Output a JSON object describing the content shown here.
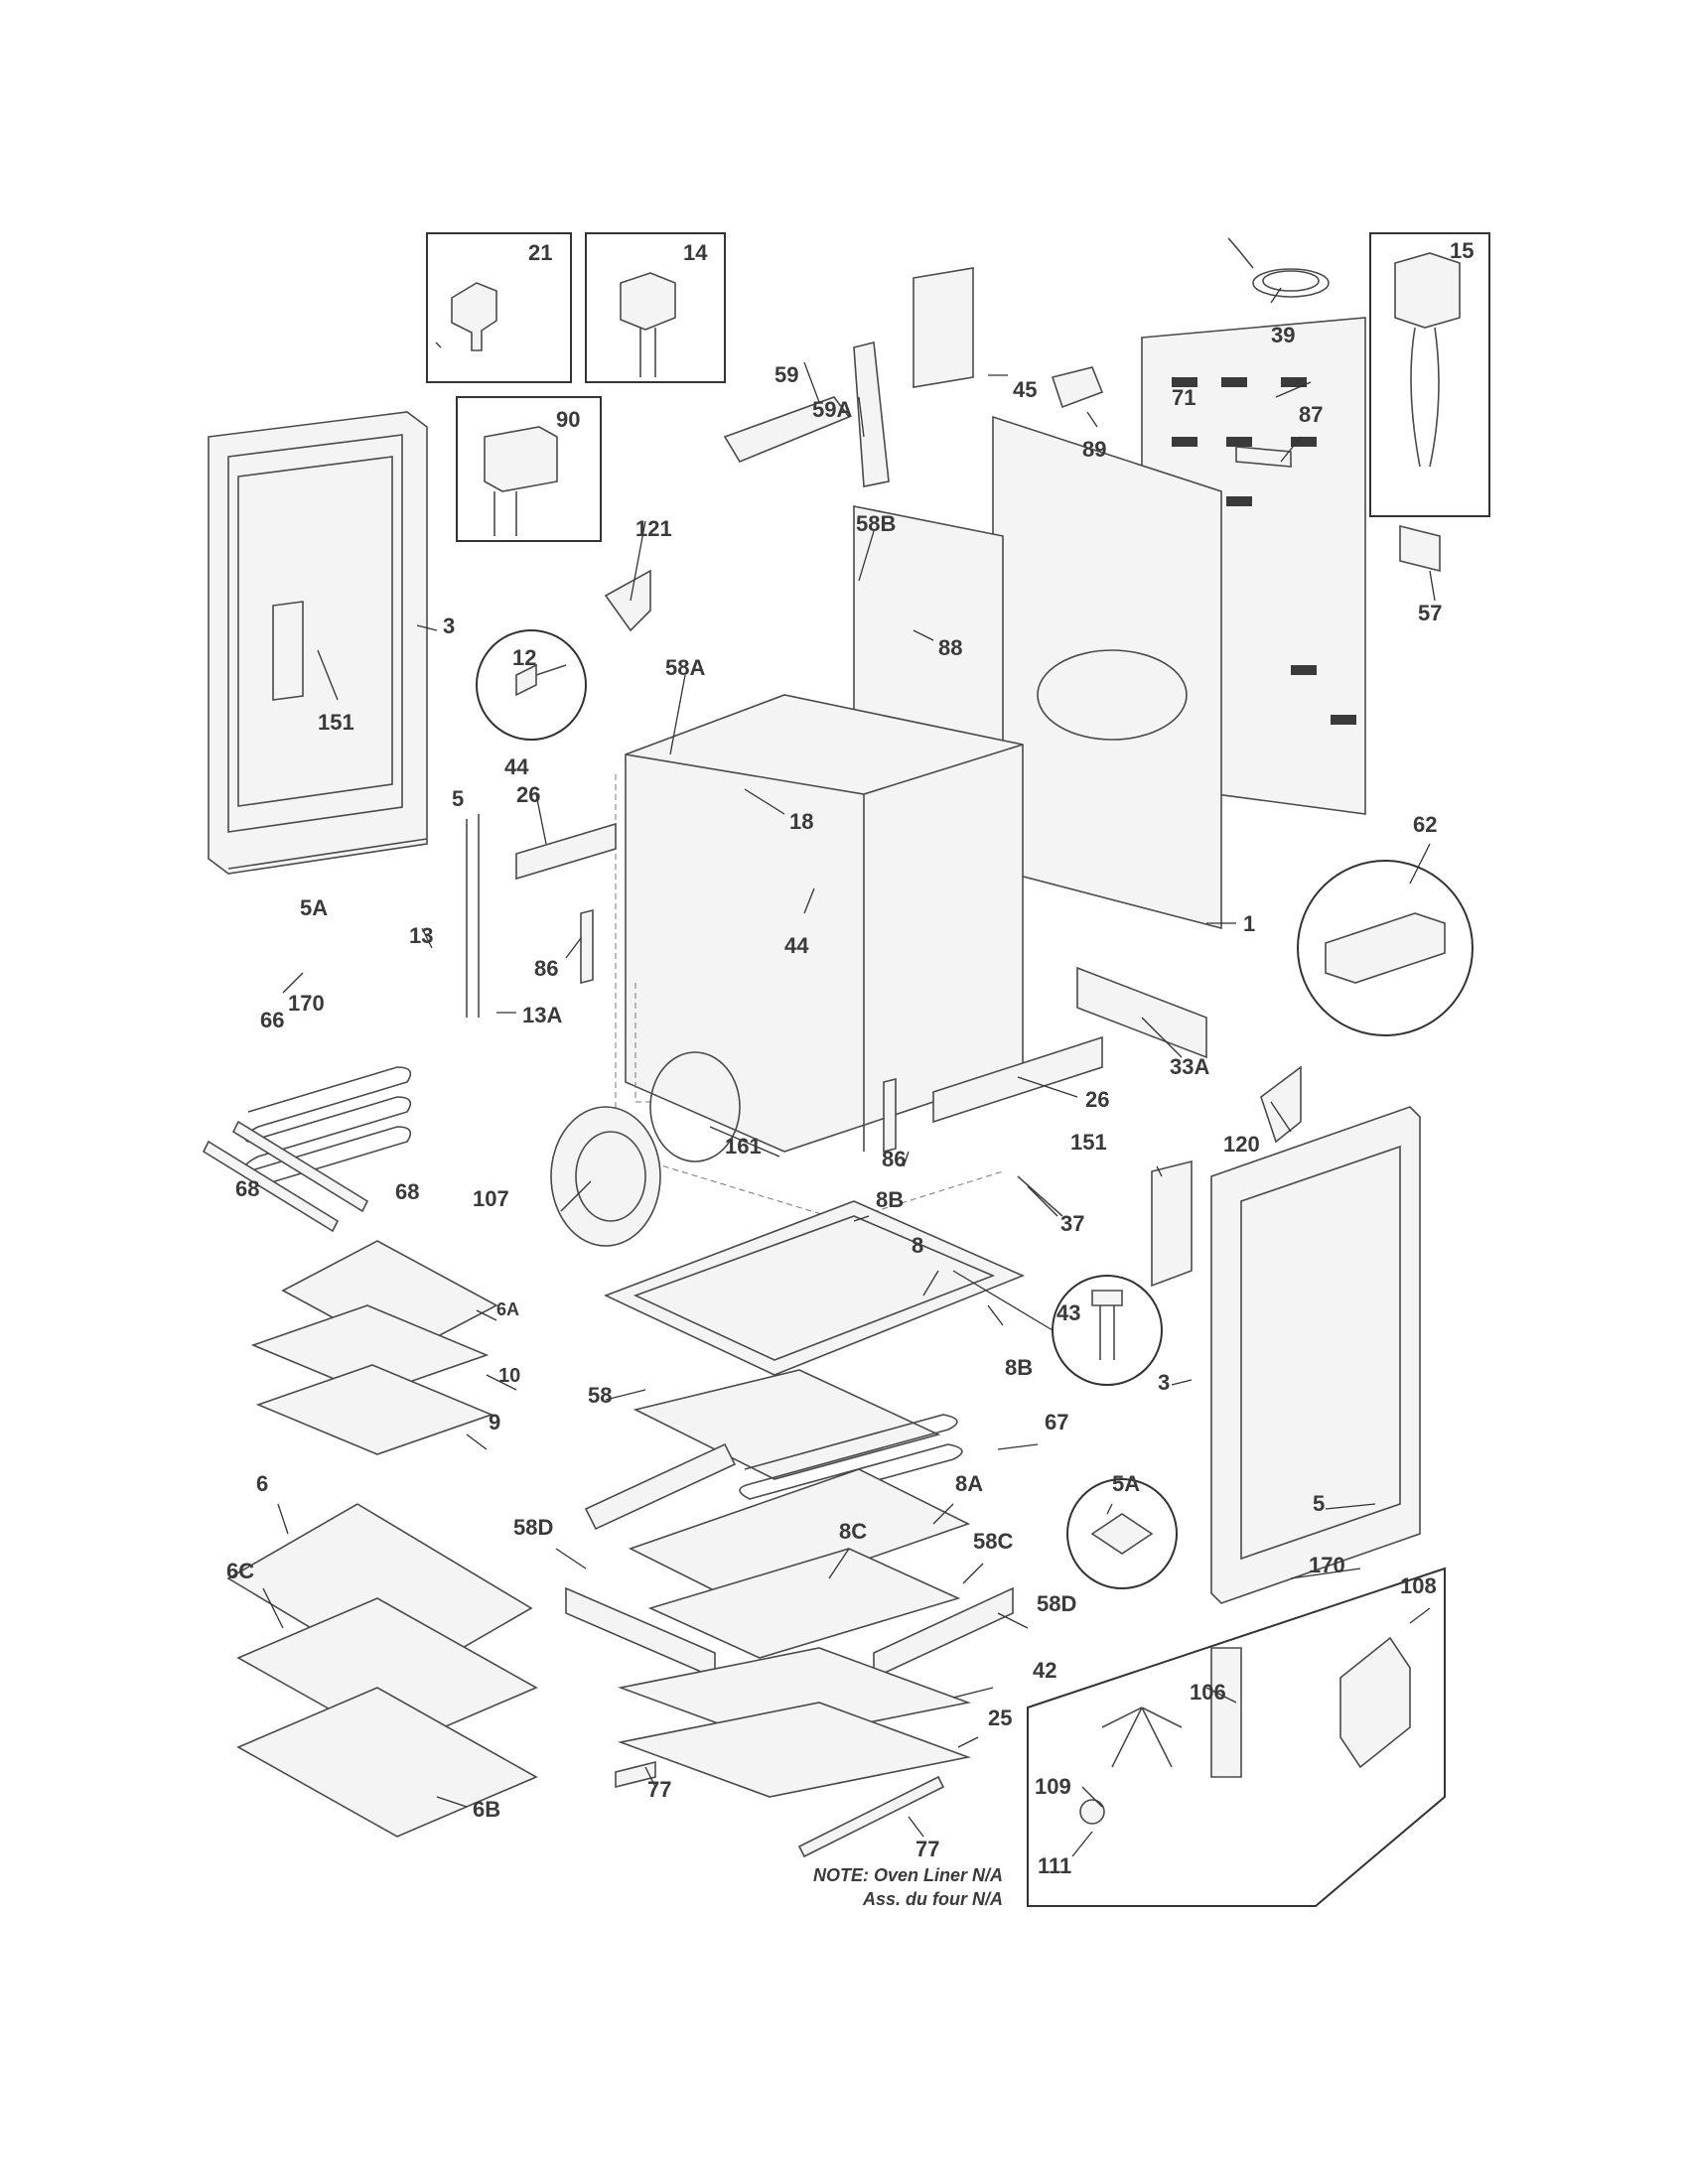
{
  "labels": {
    "p21": "21",
    "p14": "14",
    "p90": "90",
    "p15": "15",
    "p39": "39",
    "p71": "71",
    "p87": "87",
    "p57": "57",
    "p45": "45",
    "p59A": "59A",
    "p59": "59",
    "p89": "89",
    "p121": "121",
    "p58B": "58B",
    "p88": "88",
    "p3a": "3",
    "p151a": "151",
    "p12": "12",
    "p58A": "58A",
    "p44a": "44",
    "p18": "18",
    "p26a": "26",
    "p5a": "5",
    "p5Aa": "5A",
    "p13": "13",
    "p86a": "86",
    "p44b": "44",
    "p170a": "170",
    "p13A": "13A",
    "p62": "62",
    "p1": "1",
    "p66": "66",
    "p33A": "33A",
    "p26b": "26",
    "p161": "161",
    "p120": "120",
    "p86b": "86",
    "p68a": "68",
    "p68b": "68",
    "p107": "107",
    "p151b": "151",
    "p8B_a": "8B",
    "p37": "37",
    "p8": "8",
    "p43": "43",
    "p6A": "6A",
    "p10": "10",
    "p58": "58",
    "p8B_b": "8B",
    "p3b": "3",
    "p9": "9",
    "p67": "67",
    "p6": "6",
    "p8A": "8A",
    "p5Ab": "5A",
    "p5b": "5",
    "p58Da": "58D",
    "p8C": "8C",
    "p58C": "58C",
    "p170b": "170",
    "p6C": "6C",
    "p58Db": "58D",
    "p108": "108",
    "p42": "42",
    "p106": "106",
    "p25": "25",
    "p109": "109",
    "p77a": "77",
    "p6B": "6B",
    "p77b": "77",
    "p111": "111"
  },
  "note": {
    "line1": "NOTE: Oven Liner N/A",
    "line2": "Ass. du four N/A"
  },
  "colors": {
    "ink": "#3a3a3a",
    "background": "#ffffff"
  }
}
